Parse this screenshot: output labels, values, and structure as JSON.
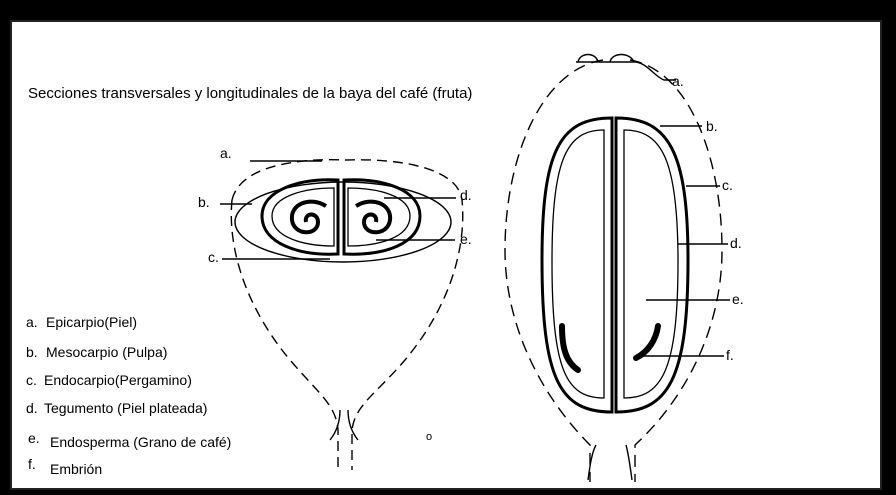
{
  "title": "Secciones transversales y longitudinales de la baya del café (fruta)",
  "cross_section_labels": [
    "a.",
    "b.",
    "c.",
    "d.",
    "e."
  ],
  "longitudinal_labels": [
    "a.",
    "b.",
    "c.",
    "d.",
    "e.",
    "f."
  ],
  "legend": [
    {
      "letter": "a.",
      "text": "Epicarpio(Piel)"
    },
    {
      "letter": "b.",
      "text": "Mesocarpio (Pulpa)"
    },
    {
      "letter": "c.",
      "text": "Endocarpio(Pergamino)"
    },
    {
      "letter": "d.",
      "text": "Tegumento (Piel plateada)"
    },
    {
      "letter": "e.",
      "text": "Endosperma (Grano de café)"
    },
    {
      "letter": "f.",
      "text": "Embrión"
    }
  ],
  "stray_mark": "o",
  "colors": {
    "frame": "#000000",
    "panel": "#ffffff",
    "ink": "#000000"
  }
}
